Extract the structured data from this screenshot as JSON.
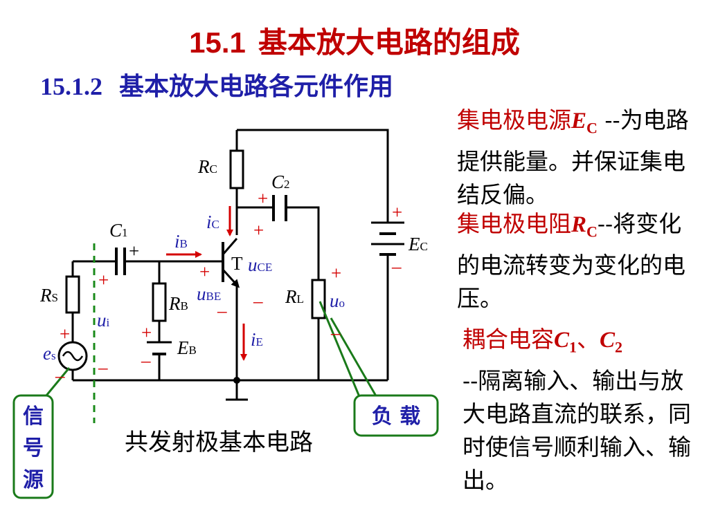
{
  "title": {
    "number": "15.1",
    "text": "基本放大电路的组成"
  },
  "subtitle": {
    "number": "15.1.2",
    "text": "基本放大电路各元件作用"
  },
  "descriptions": [
    {
      "head": "集电极电源",
      "symbol": "E",
      "symbol_sub": "C",
      "dash": " --为",
      "body": "电路提供能量。并保证集电结反偏。"
    },
    {
      "head": "集电极电阻",
      "symbol": "R",
      "symbol_sub": "C",
      "dash": "--将",
      "body": "变化的电流转变为变化的电压。"
    },
    {
      "head": "耦合电容",
      "symbol": "C",
      "symbol_sub": "1",
      "sep": "、",
      "symbol2": "C",
      "symbol2_sub": "2",
      "body": "--隔离输入、输出与放大电路直流的联系，同时使信号顺利输入、输出。"
    }
  ],
  "circuit": {
    "caption": "共发射极基本电路",
    "source_box": "信号源",
    "load_box": "负 载",
    "labels": {
      "RC": "R",
      "RC_sub": "C",
      "C2": "C",
      "C2_sub": "2",
      "C1": "C",
      "C1_sub": "1",
      "EC": "E",
      "EC_sub": "C",
      "RS": "R",
      "RS_sub": "S",
      "RB": "R",
      "RB_sub": "B",
      "EB": "E",
      "EB_sub": "B",
      "RL": "R",
      "RL_sub": "L",
      "es": "e",
      "es_sub": "s",
      "ui": "u",
      "ui_sub": "i",
      "uo": "u",
      "uo_sub": "o",
      "iB": "i",
      "iB_sub": "B",
      "iC": "i",
      "iC_sub": "C",
      "iE": "i",
      "iE_sub": "E",
      "uCE": "u",
      "uCE_sub": "CE",
      "uBE": "u",
      "uBE_sub": "BE",
      "T": "T",
      "plus": "+",
      "minus": "–"
    }
  },
  "colors": {
    "title": "#c00000",
    "subtitle": "#1f1fa8",
    "current": "#d40000",
    "box_border": "#1a7a1a",
    "box_fill": "#ffffff"
  }
}
